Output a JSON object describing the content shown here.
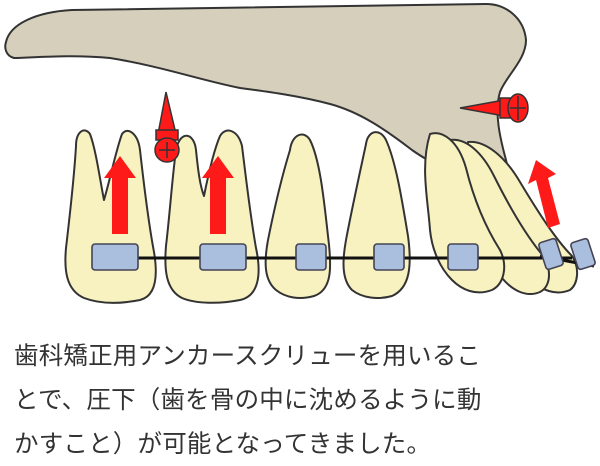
{
  "caption": {
    "lines": [
      "歯科矯正用アンカースクリューを用いるこ",
      "とで、圧下（歯を骨の中に沈めるように動",
      "かすこと）が可能となってきました。"
    ]
  },
  "colors": {
    "bone": "#d6cfbb",
    "tooth": "#f8f1c0",
    "outline": "#333333",
    "bracket": "#aabedd",
    "arrow": "#ff1a1a",
    "screw": "#ff1a1a",
    "wire": "#111111"
  },
  "icons": {
    "screw": "anchor-screw-icon",
    "arrow": "intrusion-arrow-icon"
  }
}
